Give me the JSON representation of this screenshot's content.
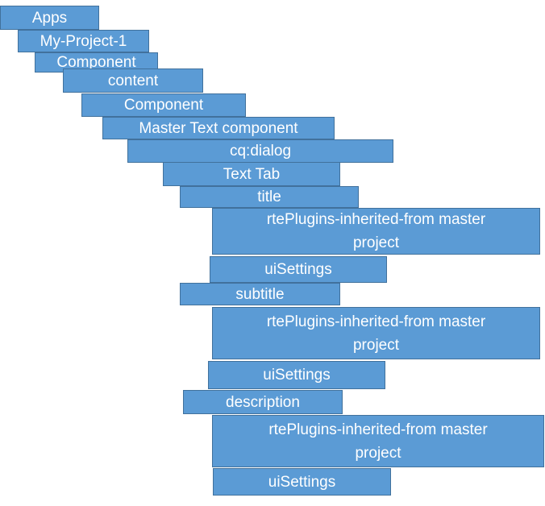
{
  "colors": {
    "box_fill": "#5b9bd5",
    "box_border": "#41719c",
    "text": "#ffffff"
  },
  "nodes": [
    {
      "label": "Apps"
    },
    {
      "label": "My-Project-1"
    },
    {
      "label": "Component"
    },
    {
      "label": "content"
    },
    {
      "label": "Component"
    },
    {
      "label": "Master Text component"
    },
    {
      "label": "cq:dialog"
    },
    {
      "label": "Text Tab"
    },
    {
      "label": "title"
    },
    {
      "label": "rtePlugins-inherited-from master project"
    },
    {
      "label": "uiSettings"
    },
    {
      "label": "subtitle"
    },
    {
      "label": "rtePlugins-inherited-from master project"
    },
    {
      "label": "uiSettings"
    },
    {
      "label": "description"
    },
    {
      "label": "rtePlugins-inherited-from master project"
    },
    {
      "label": "uiSettings"
    }
  ]
}
